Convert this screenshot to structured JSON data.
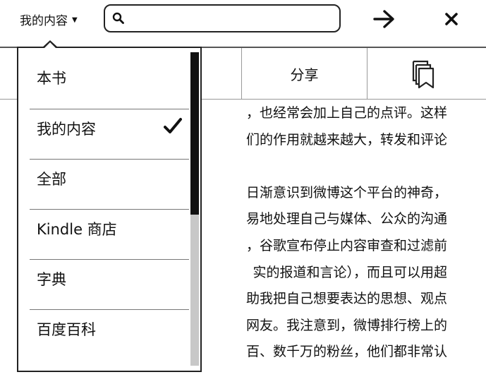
{
  "search": {
    "scope_label": "我的内容",
    "value": "",
    "placeholder": ""
  },
  "icons": {
    "search": "search-icon",
    "go": "arrow-right-icon",
    "close": "close-icon",
    "check": "checkmark-icon",
    "bookmarks": "bookmarks-icon"
  },
  "toolbar": {
    "share_label": "分享"
  },
  "menu": {
    "items": [
      {
        "label": "本书",
        "selected": false
      },
      {
        "label": "我的内容",
        "selected": true
      },
      {
        "label": "全部",
        "selected": false
      },
      {
        "label": "Kindle 商店",
        "selected": false
      },
      {
        "label": "字典",
        "selected": false
      },
      {
        "label": "百度百科",
        "selected": false
      }
    ]
  },
  "book": {
    "lines": [
      "，也经常会加上自己的点评。这样",
      "们的作用就越来越大，转发和评论",
      "",
      "日渐意识到微博这个平台的神奇，",
      "易地处理自己与媒体、公众的沟通",
      "，谷歌宣布停止内容审查和过滤前",
      "实的报道和言论），而且可以用超",
      "助我把自己想要表达的思想、观点",
      "网友。我注意到，微博排行榜上的",
      "百、数千万的粉丝，他们都非常认"
    ]
  }
}
